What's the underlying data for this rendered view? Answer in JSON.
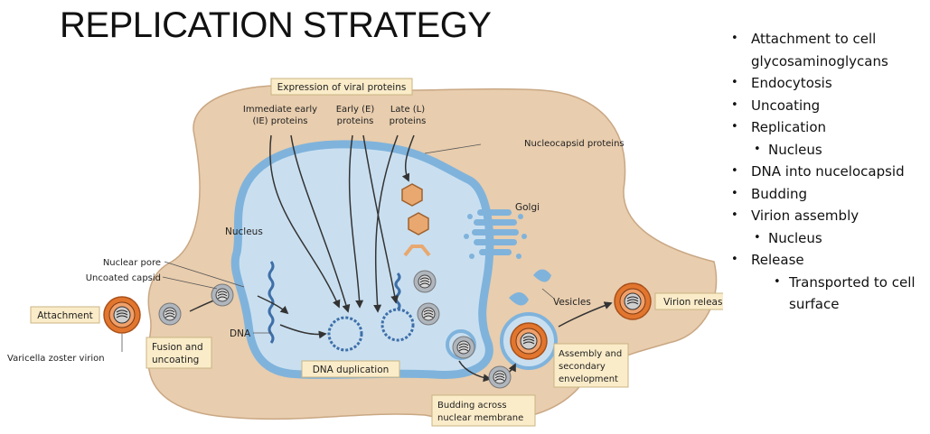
{
  "slide_title": "REPLICATION STRATEGY",
  "diagram": {
    "expression_box": "Expression of viral proteins",
    "ie_proteins": [
      "Immediate early",
      "(IE) proteins"
    ],
    "early_proteins": [
      "Early (E)",
      "proteins"
    ],
    "late_proteins": [
      "Late (L)",
      "proteins"
    ],
    "nucleocapsid_proteins": "Nucleocapsid proteins",
    "golgi": "Golgi",
    "nucleus": "Nucleus",
    "nuclear_pore": "Nuclear pore",
    "uncoated_capsid": "Uncoated capsid",
    "attachment": "Attachment",
    "varicella_virion": "Varicella zoster virion",
    "fusion": [
      "Fusion and",
      "uncoating"
    ],
    "dna": "DNA",
    "dna_duplication": "DNA duplication",
    "vesicles": "Vesicles",
    "virion_release": "Virion release",
    "assembly": [
      "Assembly and",
      "secondary",
      "envelopment"
    ],
    "budding": [
      "Budding across",
      "nuclear membrane"
    ]
  },
  "bullets": {
    "b1a": "Attachment to cell",
    "b1b": "glycosaminoglycans",
    "b2": "Endocytosis",
    "b3": "Uncoating",
    "b4": "Replication",
    "b4a": "Nucleus",
    "b5": "DNA into nucelocapsid",
    "b6": "Budding",
    "b7": "Virion assembly",
    "b7a": "Nucleus",
    "b8": "Release",
    "b8a": "Transported to cell",
    "b8b": "surface"
  },
  "colors": {
    "cytoplasm": "#e8cdae",
    "nucleus": "#c9dff0",
    "membrane": "#7fb3dc",
    "label_box": "#fbecc9",
    "virion": "#e2762e"
  }
}
